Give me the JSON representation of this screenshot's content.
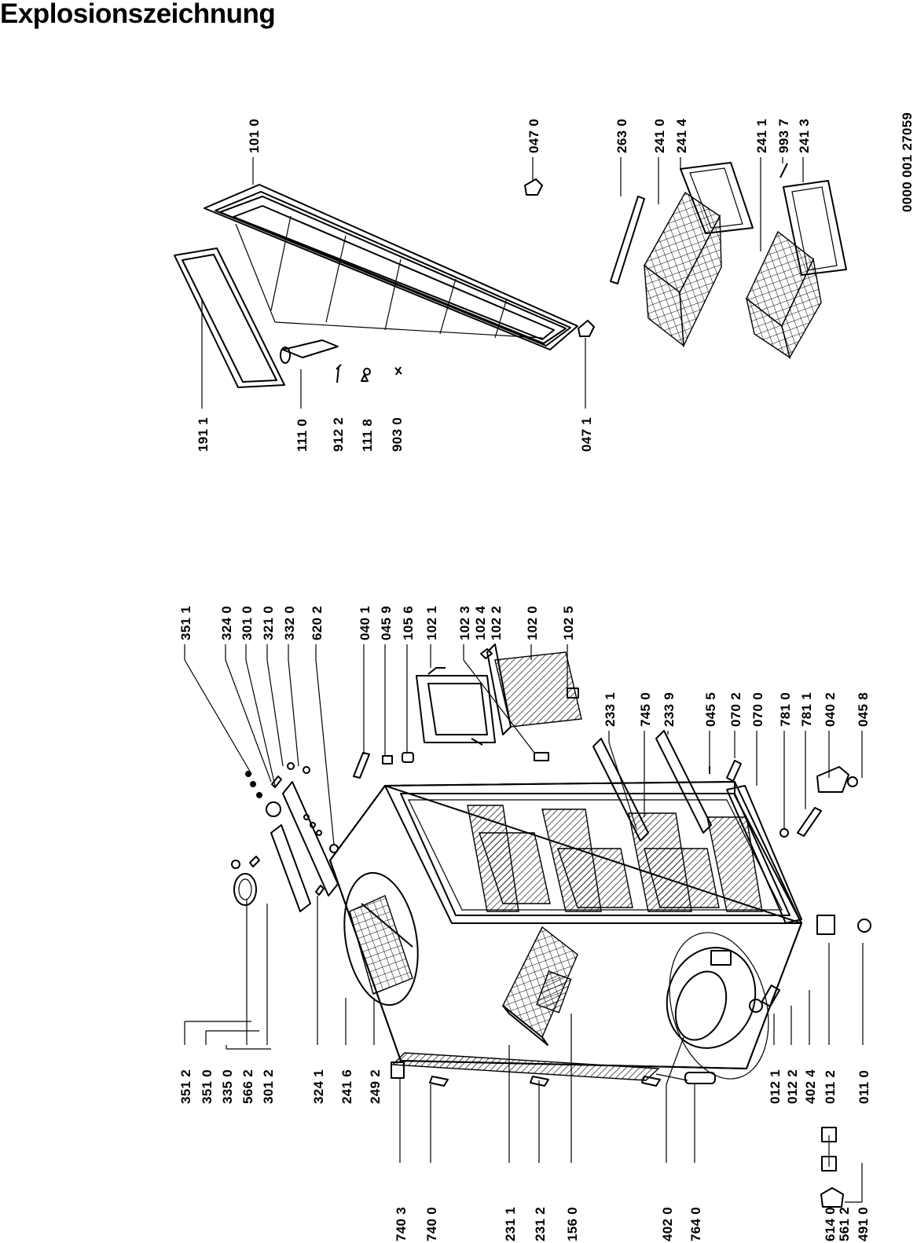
{
  "title": "Explosionszeichnung",
  "doc_number": "0000 001 27059",
  "labels": {
    "l1011": "101 0",
    "l0470": "047 0",
    "l2630": "263 0",
    "l2410": "241 0",
    "l2414": "241 4",
    "l2411": "241 1",
    "l9937": "993 7",
    "l2413": "241 3",
    "l1911": "191 1",
    "l1110": "111 0",
    "l9122": "912 2",
    "l1118": "111 8",
    "l9030": "903 0",
    "l0471": "047 1",
    "l3511": "351 1",
    "l3240": "324 0",
    "l3010": "301 0",
    "l3210": "321 0",
    "l3320": "332 0",
    "l6202": "620 2",
    "l0401": "040 1",
    "l0459": "045 9",
    "l1056": "105 6",
    "l1021": "102 1",
    "l1023": "102 3",
    "l1024": "102 4",
    "l1022": "102 2",
    "l1020": "102 0",
    "l1025": "102 5",
    "l2331": "233 1",
    "l7450": "745 0",
    "l2339": "233 9",
    "l0455": "045 5",
    "l0702": "070 2",
    "l0700": "070 0",
    "l7810": "781 0",
    "l7811": "781 1",
    "l0402": "040 2",
    "l0458": "045 8",
    "l3512": "351 2",
    "l3510": "351 0",
    "l3350": "335 0",
    "l5662": "566 2",
    "l3012": "301 2",
    "l3241": "324 1",
    "l2416": "241 6",
    "l2492": "249 2",
    "l0121": "012 1",
    "l0122": "012 2",
    "l4024": "402 4",
    "l0112": "011 2",
    "l0110": "011 0",
    "l7403": "740 3",
    "l7400": "740 0",
    "l2311": "231 1",
    "l2312": "231 2",
    "l1560": "156 0",
    "l4020": "402 0",
    "l7640": "764 0",
    "l6140": "614 0",
    "l5612": "561 2",
    "l4910": "491 0"
  }
}
